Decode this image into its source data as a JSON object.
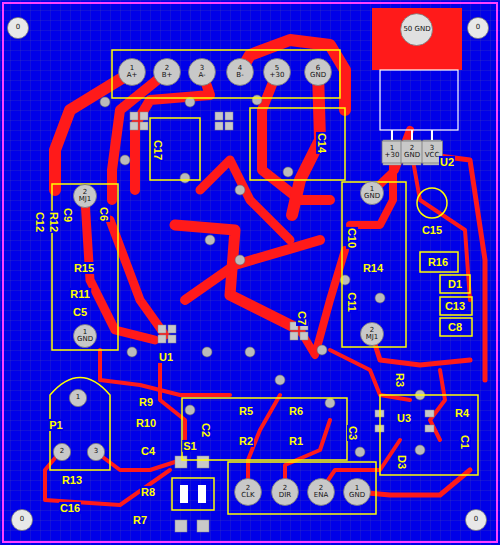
{
  "diagram": {
    "nodes": [
      {
        "text": [
          "0"
        ]
      },
      {
        "text": [
          "0"
        ]
      },
      {
        "text": [
          "0"
        ]
      },
      {
        "text": [
          "0"
        ]
      },
      {
        "text": [
          "1",
          "A+"
        ]
      },
      {
        "text": [
          "2",
          "B+"
        ]
      },
      {
        "text": [
          "3",
          "A-"
        ]
      },
      {
        "text": [
          "4",
          "B-"
        ]
      },
      {
        "text": [
          "5",
          "+30"
        ]
      },
      {
        "text": [
          "6",
          "GND"
        ]
      },
      {
        "text": [
          "50 GND"
        ]
      },
      {
        "text": [
          "1",
          "+30"
        ]
      },
      {
        "text": [
          "2",
          "GND"
        ]
      },
      {
        "text": [
          "3",
          "VCC"
        ]
      },
      {
        "text": [
          "2",
          "CLK"
        ]
      },
      {
        "text": [
          "2",
          "DIR"
        ]
      },
      {
        "text": [
          "2",
          "ENA"
        ]
      },
      {
        "text": [
          "1",
          "GND"
        ]
      },
      {
        "text": [
          "2",
          "MJ1"
        ]
      },
      {
        "text": [
          "1",
          "GND"
        ]
      },
      {
        "text": [
          "1",
          "GND"
        ]
      },
      {
        "text": [
          "2",
          "MJ1"
        ]
      },
      {
        "text": [
          "1"
        ]
      },
      {
        "text": [
          "2"
        ]
      },
      {
        "text": [
          "3"
        ]
      }
    ],
    "labels": [
      "C17",
      "C14",
      "U2",
      "C15",
      "R16",
      "D1",
      "C13",
      "C8",
      "C10",
      "R14",
      "C11",
      "C7",
      "U1",
      "C12",
      "R12",
      "C9",
      "C6",
      "R15",
      "R11",
      "C5",
      "P1",
      "R13",
      "C16",
      "R9",
      "R10",
      "C4",
      "C2",
      "R5",
      "R6",
      "R2",
      "R1",
      "C3",
      "S1",
      "R8",
      "R7",
      "R3",
      "U3",
      "R4",
      "D3",
      "C1"
    ]
  }
}
